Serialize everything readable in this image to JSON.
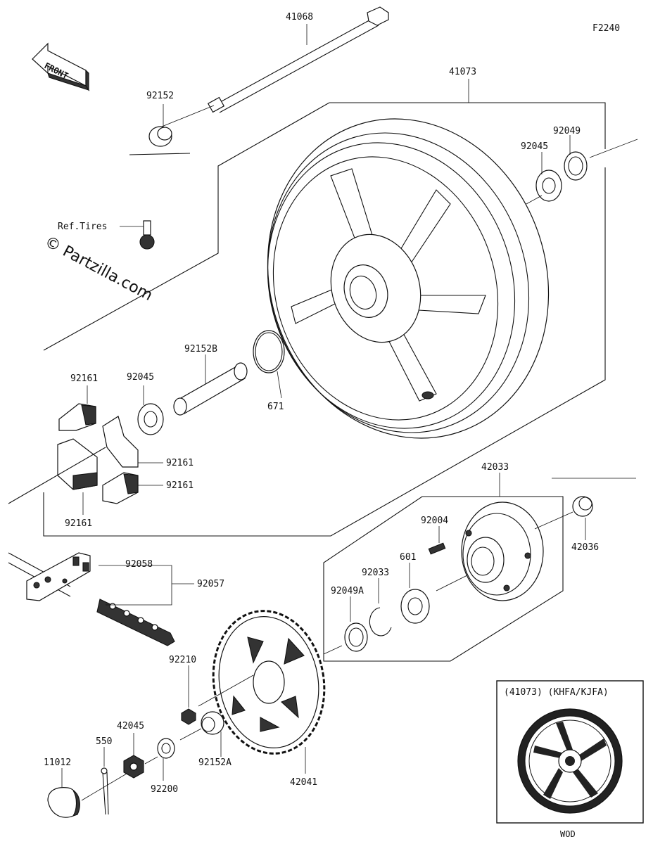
{
  "figure_code": "F2240",
  "watermark": "© Partzilla.com",
  "front_arrow_label": "FRONT",
  "inset": {
    "title": "(41073)  (KHFA/KJFA)",
    "caption": "WOD"
  },
  "parts": {
    "p41068": "41068",
    "p41073": "41073",
    "p92152": "92152",
    "p92049": "92049",
    "p92045a": "92045",
    "ref_tires": "Ref.Tires",
    "p92152b": "92152B",
    "p92161a": "92161",
    "p92045b": "92045",
    "p671": "671",
    "p92161b": "92161",
    "p92161c": "92161",
    "p92161d": "92161",
    "p42033": "42033",
    "p42036": "42036",
    "p92004": "92004",
    "p601": "601",
    "p92033": "92033",
    "p92049a": "92049A",
    "p92058": "92058",
    "p92057": "92057",
    "p92210": "92210",
    "p42045": "42045",
    "p550": "550",
    "p11012": "11012",
    "p92200": "92200",
    "p92152a": "92152A",
    "p42041": "42041"
  }
}
